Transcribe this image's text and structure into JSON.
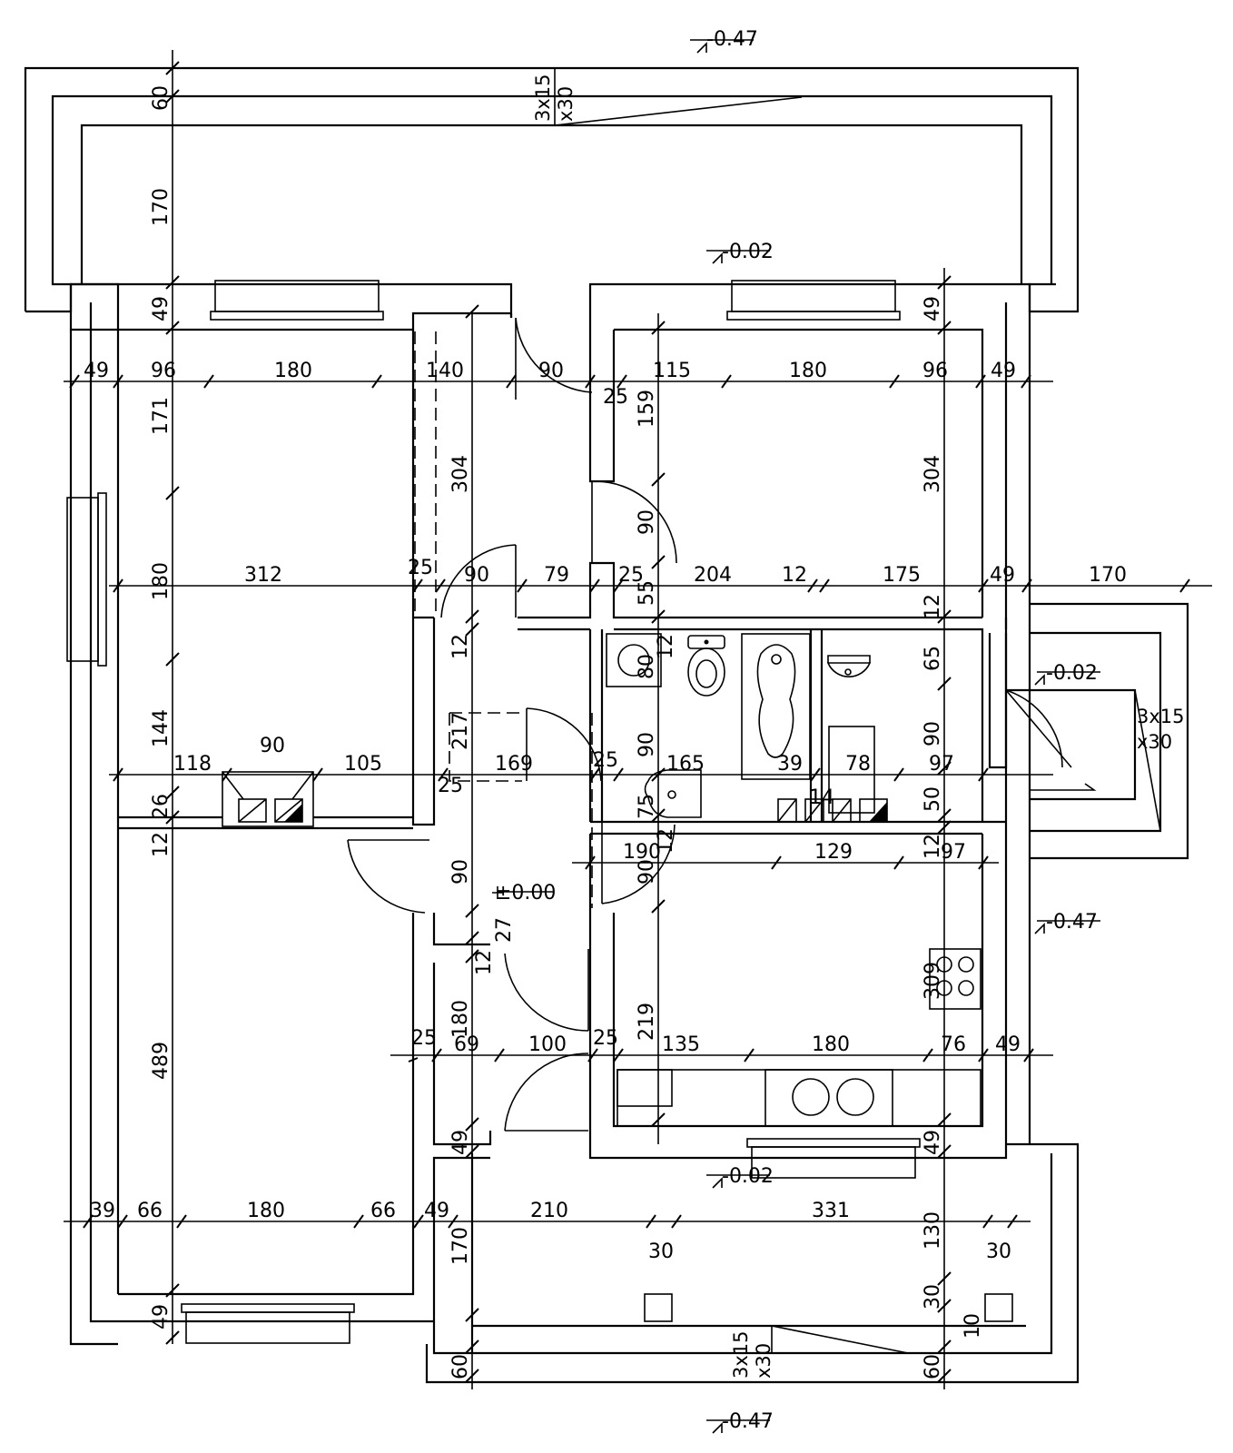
{
  "levels": {
    "top": "-0.47",
    "terrace_top": "-0.02",
    "right_entry": "-0.02",
    "right_outside": "-0.47",
    "bottom_terrace": "-0.02",
    "bottom": "-0.47",
    "floor": "±0.00"
  },
  "stairs": {
    "top": [
      "3x15",
      "x30"
    ],
    "right": [
      "3x15",
      "x30"
    ],
    "bottom": [
      "3x15",
      "x30"
    ]
  },
  "dims_h": {
    "row1": [
      "49",
      "96",
      "180",
      "140",
      "90",
      "25",
      "115",
      "180",
      "96",
      "49"
    ],
    "row2": [
      "312",
      "25",
      "90",
      "79",
      "25",
      "204",
      "12",
      "175",
      "49",
      "170"
    ],
    "row3": [
      "118",
      "90",
      "105",
      "169",
      "25",
      "25",
      "165",
      "39",
      "78",
      "97",
      "14"
    ],
    "row4": [
      "190",
      "129",
      "97"
    ],
    "row5": [
      "25",
      "69",
      "100",
      "25",
      "135",
      "180",
      "76",
      "49"
    ],
    "row6": [
      "39",
      "66",
      "180",
      "66",
      "49",
      "210",
      "331"
    ],
    "row6_sub": [
      "30",
      "30"
    ]
  },
  "dims_v": {
    "left": [
      "60",
      "170",
      "49",
      "171",
      "180",
      "144",
      "26",
      "12",
      "489",
      "49"
    ],
    "center": [
      "304",
      "12",
      "217",
      "90",
      "27",
      "12",
      "180",
      "49",
      "170",
      "60"
    ],
    "mid": [
      "159",
      "90",
      "55",
      "12",
      "80",
      "90",
      "75",
      "12",
      "90",
      "219"
    ],
    "right": [
      "49",
      "304",
      "12",
      "65",
      "90",
      "50",
      "12",
      "309",
      "49",
      "130",
      "30",
      "10",
      "60"
    ]
  },
  "icons": {
    "toilet": "toilet-icon",
    "bathtub": "bathtub-icon",
    "sink": "sink-icon",
    "stove": "stove-icon",
    "kitchen_sink": "double-sink-icon",
    "washer": "washing-machine-icon",
    "chimney": "chimney-icon"
  }
}
